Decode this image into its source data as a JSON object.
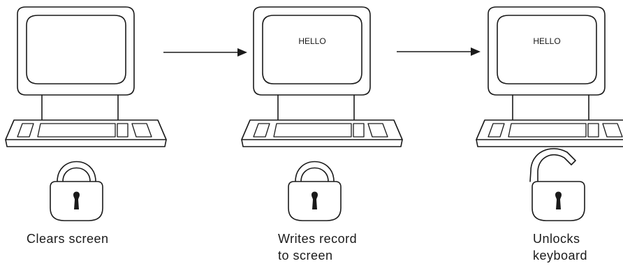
{
  "steps": [
    {
      "screen_text": "",
      "caption_lines": [
        "Clears screen"
      ],
      "lock": "locked"
    },
    {
      "screen_text": "HELLO",
      "caption_lines": [
        "Writes record",
        "to screen"
      ],
      "lock": "locked"
    },
    {
      "screen_text": "HELLO",
      "caption_lines": [
        "Unlocks",
        "keyboard"
      ],
      "lock": "unlocked"
    }
  ]
}
